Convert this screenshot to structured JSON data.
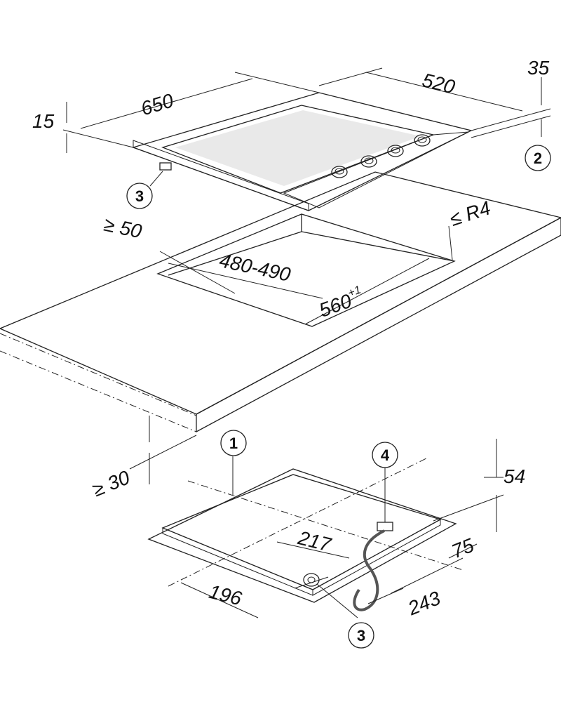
{
  "dimensions": {
    "hob_width": "650",
    "hob_depth": "520",
    "hob_height": "35",
    "frame_thickness": "15",
    "min_rear_clearance": "≥ 50",
    "cutout_depth": "480-490",
    "cutout_width": "560",
    "cutout_width_tolerance": "+1",
    "corner_radius": "≤ R4",
    "min_worktop_thickness": "≥ 30",
    "dim_54": "54",
    "dim_217": "217",
    "dim_75": "75",
    "dim_196": "196",
    "dim_243": "243"
  },
  "callouts": {
    "c1": "1",
    "c2": "2",
    "c3_top": "3",
    "c3_bottom": "3",
    "c4": "4"
  },
  "colors": {
    "line": "#222222",
    "surface": "#e6e6e6",
    "cutout": "#ffffff",
    "edge": "#cfcfcf",
    "panel": "#eeeeee",
    "glass": "#dcdcdc",
    "background": "#ffffff"
  }
}
